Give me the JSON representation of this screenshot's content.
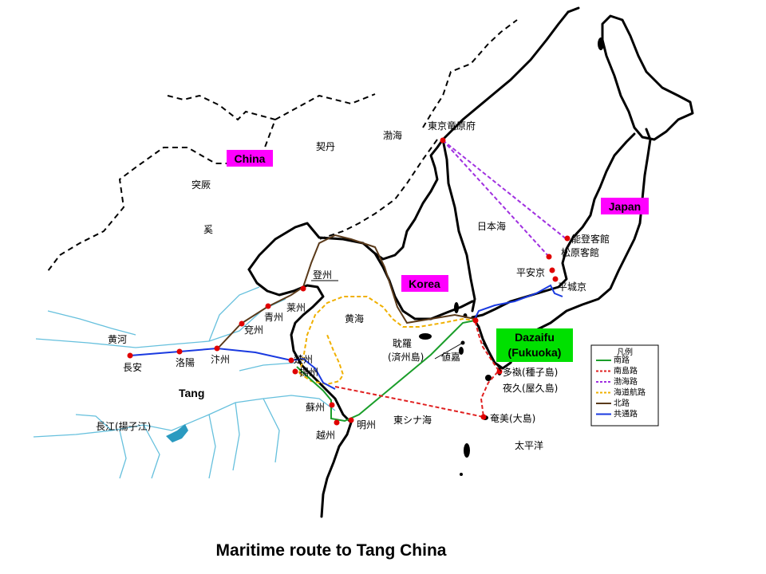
{
  "caption": "Maritime route to Tang China",
  "colors": {
    "magenta_box": "#ff00ff",
    "green_box": "#00e000",
    "south_route": "#1a9e2a",
    "south_island_route": "#e02020",
    "bohai_route": "#a030e0",
    "coastal_route": "#f0b000",
    "north_route": "#5a3a1a",
    "common_route": "#1a3ae0",
    "river": "#66c0dd",
    "coast": "#000000",
    "city": "#e00000"
  },
  "region_labels": {
    "china": "China",
    "japan": "Japan",
    "korea": "Korea",
    "dazaifu_line1": "Dazaifu",
    "dazaifu_line2": "(Fukuoka)",
    "tang": "Tang"
  },
  "places": {
    "khitan": "契丹",
    "bohai": "渤海",
    "tujue": "突厥",
    "xi": "奚",
    "dongjing": "東京竜原府",
    "sea_of_japan": "日本海",
    "noto": "能登客館",
    "matsubara": "松原客館",
    "heiankyo": "平安京",
    "heijokyo": "平城京",
    "dengzhou": "登州",
    "laizhou": "莱州",
    "qingzhou": "青州",
    "yanzhou": "兗州",
    "yellow_sea": "黄海",
    "huanghe": "黄河",
    "changan": "長安",
    "luoyang": "洛陽",
    "bianzhou": "汴州",
    "chuzhou": "楚州",
    "yangzhou": "揚州",
    "suzhou": "蘇州",
    "yuezhou": "越州",
    "mingzhou": "明州",
    "changjiang": "長江(揚子江)",
    "tamna_line1": "耽羅",
    "tamna_line2": "(済州島)",
    "chika": "値嘉",
    "east_china_sea": "東シナ海",
    "tane": "多褹(種子島)",
    "yaku": "夜久(屋久島)",
    "amami": "奄美(大島)",
    "pacific": "太平洋"
  },
  "legend": {
    "title": "凡例",
    "items": [
      {
        "label": "南路",
        "color": "#1a9e2a",
        "dash": "solid"
      },
      {
        "label": "南島路",
        "color": "#e02020",
        "dash": "dashed"
      },
      {
        "label": "渤海路",
        "color": "#a030e0",
        "dash": "dashed"
      },
      {
        "label": "海道航路",
        "color": "#f0b000",
        "dash": "dashed"
      },
      {
        "label": "北路",
        "color": "#5a3a1a",
        "dash": "solid"
      },
      {
        "label": "共通路",
        "color": "#1a3ae0",
        "dash": "solid"
      }
    ]
  }
}
